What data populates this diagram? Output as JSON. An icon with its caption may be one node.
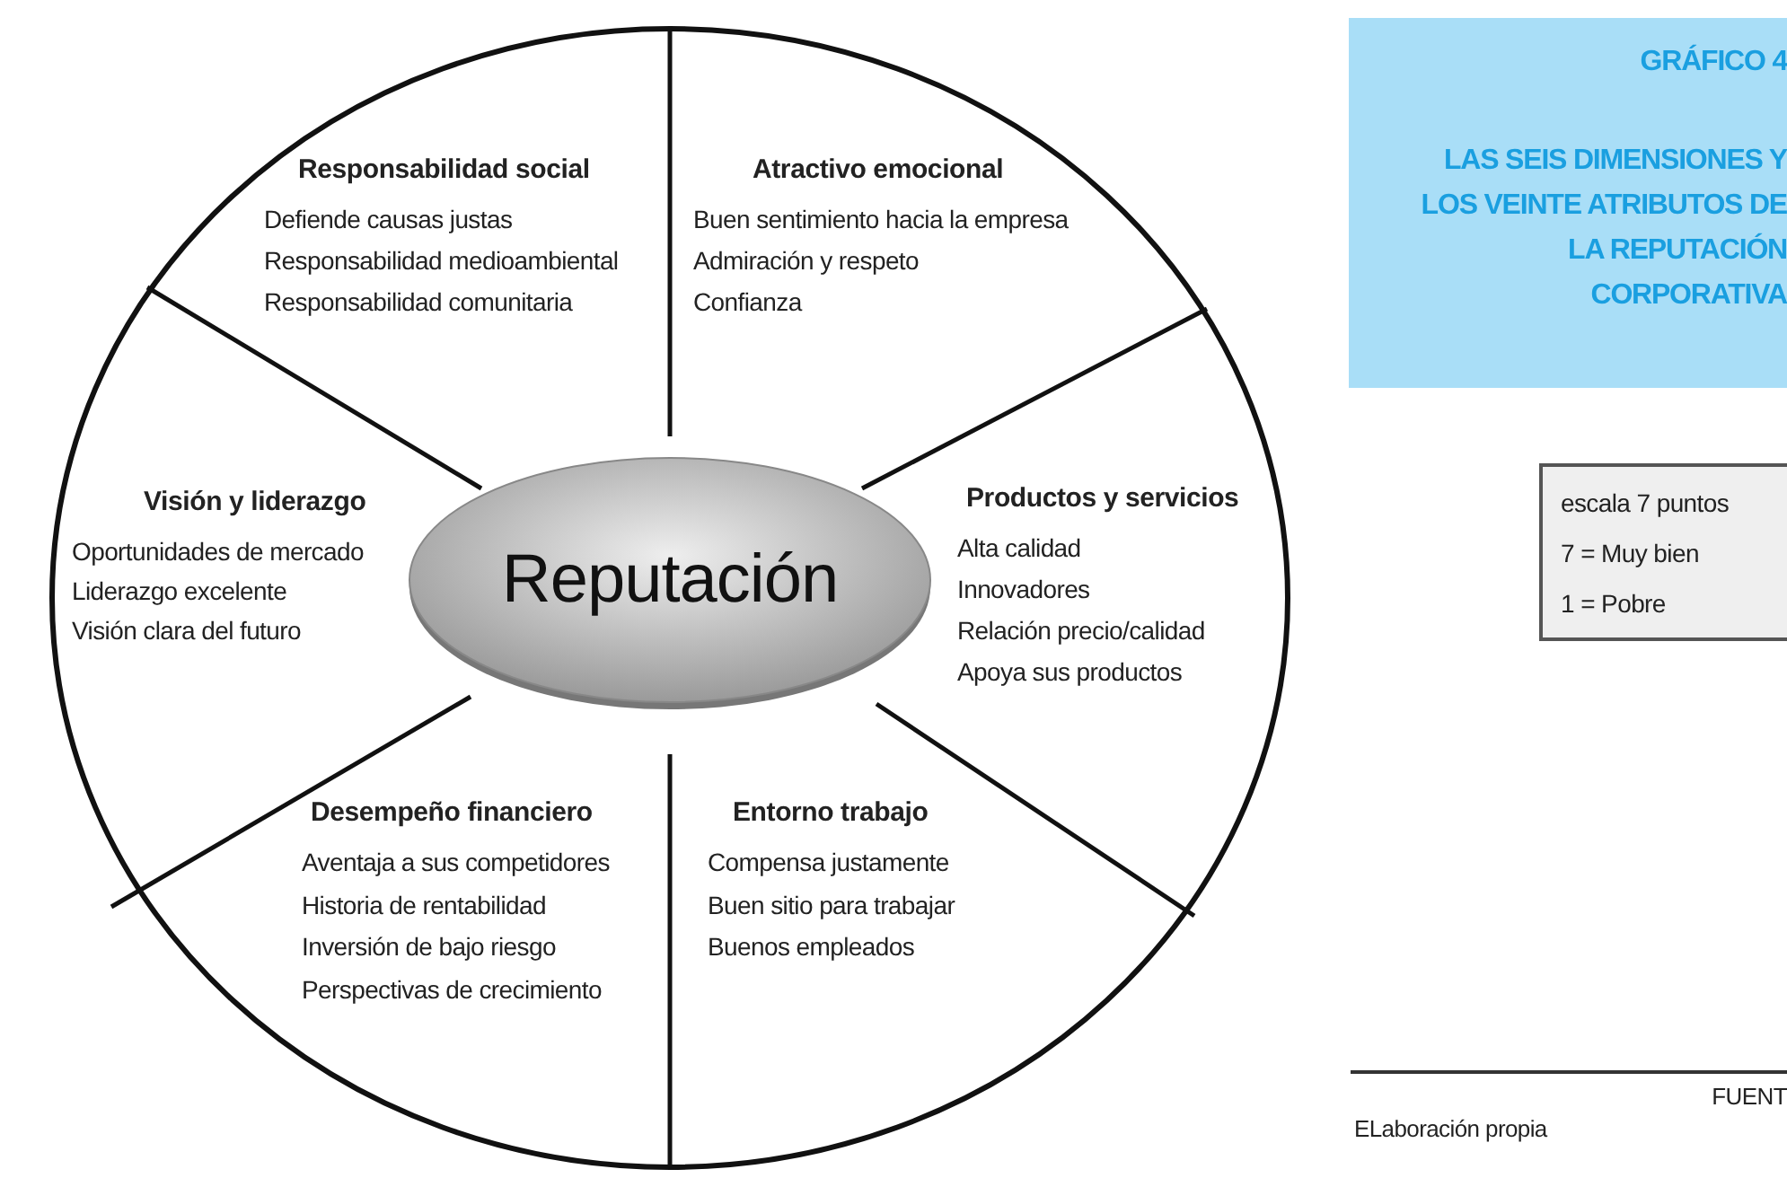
{
  "diagram": {
    "nodes": [
      {
        "text": [],
        "shape": "circle"
      },
      {
        "text": [
          "Reputación"
        ],
        "in": 0
      },
      {
        "text": [
          "Responsabilidad social",
          "Defiende causas justas",
          "Responsabilidad medioambiental",
          "Responsabilidad comunitaria"
        ],
        "in": 0
      },
      {
        "text": [
          "Atractivo emocional",
          "Buen sentimiento hacia la empresa",
          "Admiración y respeto",
          "Confianza"
        ],
        "in": 0
      },
      {
        "text": [
          "Visión y liderazgo",
          "Oportunidades de mercado",
          "Liderazgo excelente",
          "Visión clara del futuro"
        ],
        "in": 0
      },
      {
        "text": [
          "Productos y servicios",
          "Alta calidad",
          "Innovadores",
          "Relación precio/calidad",
          "Apoya sus productos"
        ],
        "in": 0
      },
      {
        "text": [
          "Desempeño financiero",
          "Aventaja a sus competidores",
          "Historia de rentabilidad",
          "Inversión de bajo riesgo",
          "Perspectivas de crecimiento"
        ],
        "in": 0
      },
      {
        "text": [
          "Entorno trabajo",
          "Compensa justamente",
          "Buen sitio para trabajar",
          "Buenos empleados"
        ],
        "in": 0
      },
      {
        "text": [
          "GRÁFICO 4",
          "LAS SEIS DIMENSIONES Y LOS VEINTE ATRIBUTOS DE LA REPUTACIÓN CORPORATIVA"
        ]
      },
      {
        "text": [
          "escala 7 puntos",
          "7 = Muy bien",
          "1 = Pobre"
        ]
      }
    ],
    "labels": [
      "FUENT",
      "ELaboración propia"
    ]
  }
}
